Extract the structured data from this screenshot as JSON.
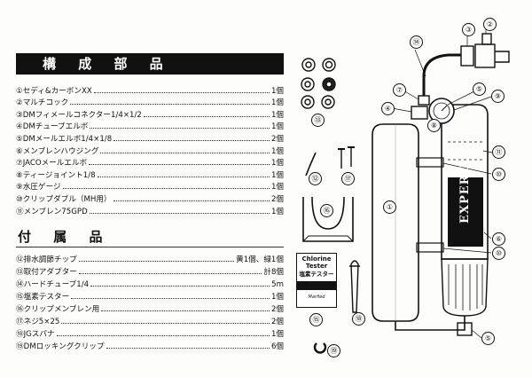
{
  "parts": {
    "title": "構 成 部 品",
    "items": [
      {
        "label": "①セディ&カーボンXX",
        "qty": "1個"
      },
      {
        "label": "②マルチコック",
        "qty": "1個"
      },
      {
        "label": "③DMフィメールコネクター1/4×1/2",
        "qty": "1個"
      },
      {
        "label": "④DMチューブエルボ",
        "qty": "1個"
      },
      {
        "label": "⑤DMメールエルボ1/4×1/8",
        "qty": "2個"
      },
      {
        "label": "⑥メンブレンハウジング",
        "qty": "1個"
      },
      {
        "label": "⑦JACOメールエルボ",
        "qty": "1個"
      },
      {
        "label": "⑧ティージョイント1/8",
        "qty": "1個"
      },
      {
        "label": "⑨水圧ゲージ",
        "qty": "1個"
      },
      {
        "label": "⑩クリップダブル（MH用）",
        "qty": "2個"
      },
      {
        "label": "⑪メンブレン75GPD",
        "qty": "1個"
      }
    ]
  },
  "accessories": {
    "title": "付 属 品",
    "items": [
      {
        "label": "⑫排水調節チップ",
        "qty": "黄1個、緑1個"
      },
      {
        "label": "⑬取付アダプター",
        "qty": "計8個"
      },
      {
        "label": "⑭ハードチューブ1/4",
        "qty": "5m"
      },
      {
        "label": "⑮塩素テスター",
        "qty": "1個"
      },
      {
        "label": "⑯クリップメンブレン用",
        "qty": "2個"
      },
      {
        "label": "⑰ネジ5×25",
        "qty": "2個"
      },
      {
        "label": "⑱JGスパナ",
        "qty": "1個"
      },
      {
        "label": "⑲DMロッキングクリップ",
        "qty": "6個"
      }
    ]
  },
  "callouts": {
    "c1": "①",
    "c2": "②",
    "c3": "③",
    "c4": "④",
    "c5": "⑤",
    "c6": "⑥",
    "c7": "⑦",
    "c8": "⑧",
    "c9": "⑨",
    "c10": "⑩",
    "c11": "⑪",
    "c12": "⑫",
    "c13": "⑬",
    "c14": "⑭",
    "c15": "⑮",
    "c16": "⑯",
    "c17": "⑰",
    "c18": "⑱",
    "c19": "⑲"
  },
  "tester": {
    "line1": "Chlorine Tester",
    "line2": "塩素テスター",
    "brand": "Marfied"
  },
  "unit_brand": "EXPERT"
}
